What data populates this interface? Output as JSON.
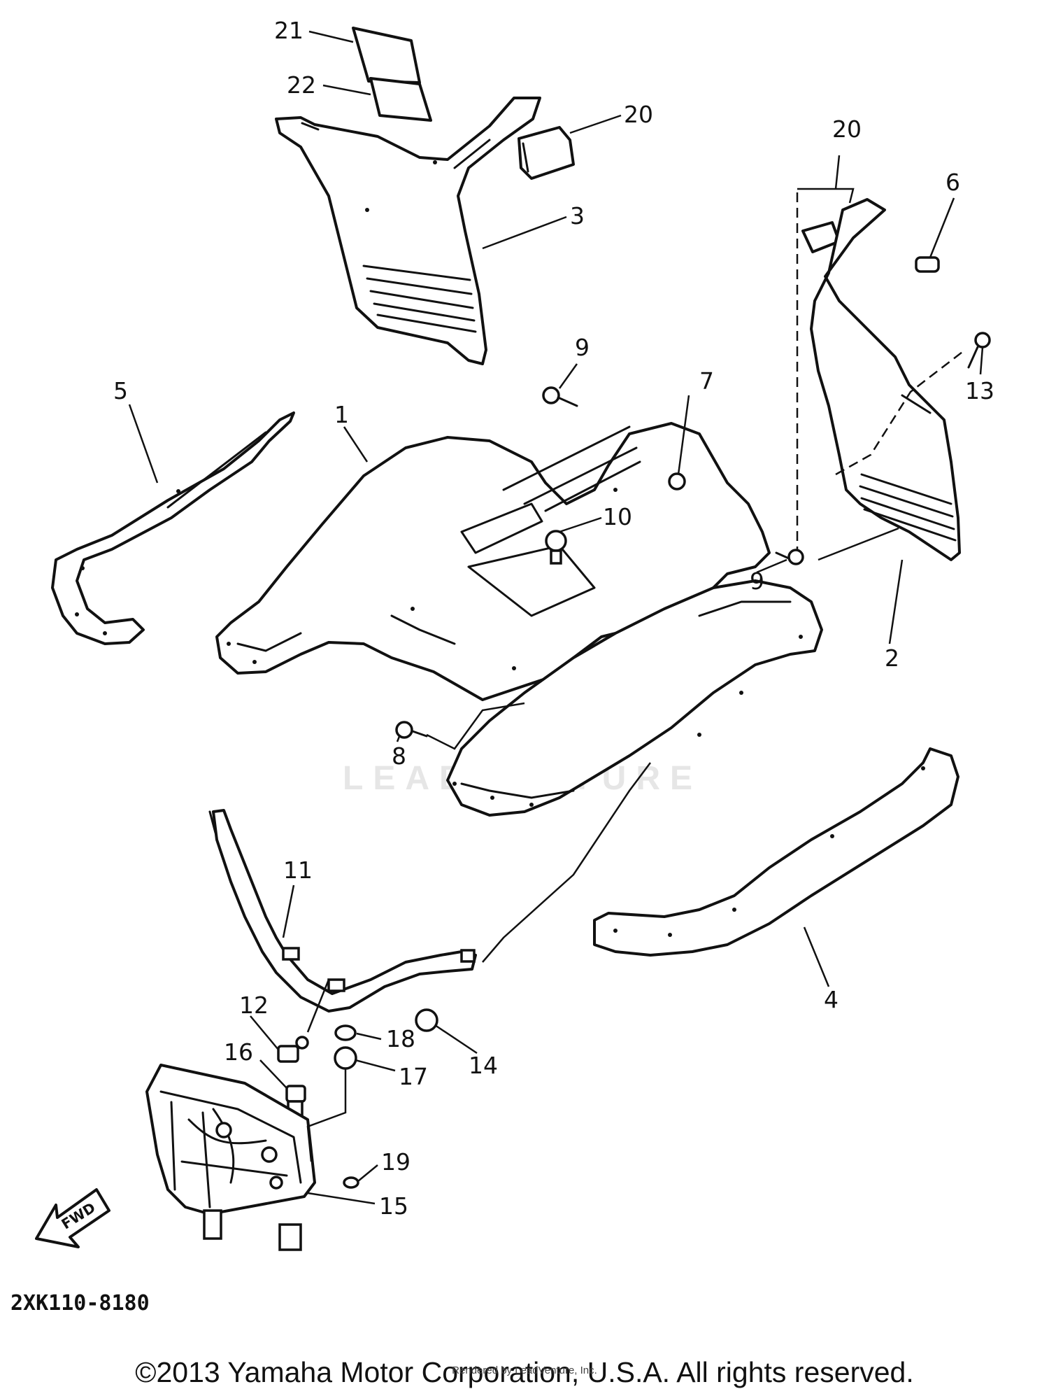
{
  "callouts": [
    {
      "id": "c21",
      "text": "21"
    },
    {
      "id": "c22",
      "text": "22"
    },
    {
      "id": "c20a",
      "text": "20"
    },
    {
      "id": "c20b",
      "text": "20"
    },
    {
      "id": "c3",
      "text": "3"
    },
    {
      "id": "c6",
      "text": "6"
    },
    {
      "id": "c9a",
      "text": "9"
    },
    {
      "id": "c5",
      "text": "5"
    },
    {
      "id": "c1",
      "text": "1"
    },
    {
      "id": "c7",
      "text": "7"
    },
    {
      "id": "c13",
      "text": "13"
    },
    {
      "id": "c10",
      "text": "10"
    },
    {
      "id": "c9b",
      "text": "9"
    },
    {
      "id": "c2",
      "text": "2"
    },
    {
      "id": "c8",
      "text": "8"
    },
    {
      "id": "c11",
      "text": "11"
    },
    {
      "id": "c4",
      "text": "4"
    },
    {
      "id": "c12",
      "text": "12"
    },
    {
      "id": "c18",
      "text": "18"
    },
    {
      "id": "c14",
      "text": "14"
    },
    {
      "id": "c16",
      "text": "16"
    },
    {
      "id": "c17",
      "text": "17"
    },
    {
      "id": "c19",
      "text": "19"
    },
    {
      "id": "c15",
      "text": "15"
    }
  ],
  "watermark": "LEADVENTURE",
  "fwd_label": "FWD",
  "diagram_code": "2XK110-8180",
  "copyright": "©2013 Yamaha Motor Corporation, U.S.A. All rights reserved.",
  "rendered_by": "Rendered by LeadVenture, Inc."
}
